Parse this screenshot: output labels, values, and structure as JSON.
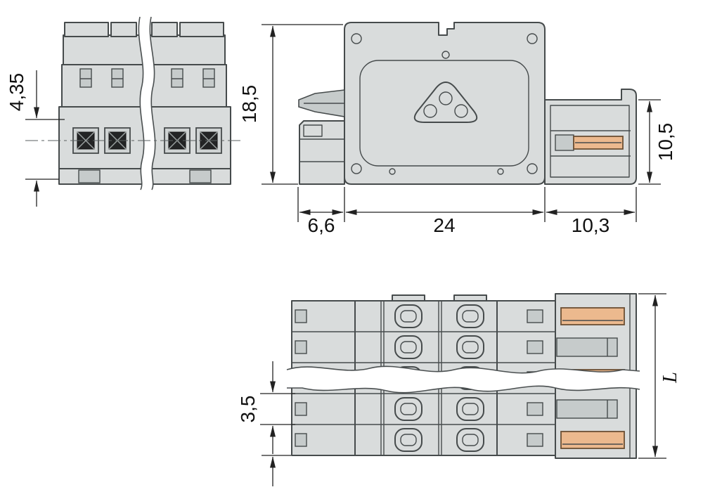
{
  "diagram": {
    "dimensions": {
      "front_offset": "4,35",
      "side_height": "18,5",
      "plug_height": "10,5",
      "lever_depth": "6,6",
      "housing_width": "24",
      "plug_width": "10,3",
      "pitch": "3,5",
      "length": "L"
    },
    "colors": {
      "line": "#464b4c",
      "body_light": "#d9dcdc",
      "body_mid": "#c6cbcb",
      "contact_dark": "#232425",
      "accent_orange": "#ecb98e",
      "dimension_text": "#111111"
    }
  }
}
